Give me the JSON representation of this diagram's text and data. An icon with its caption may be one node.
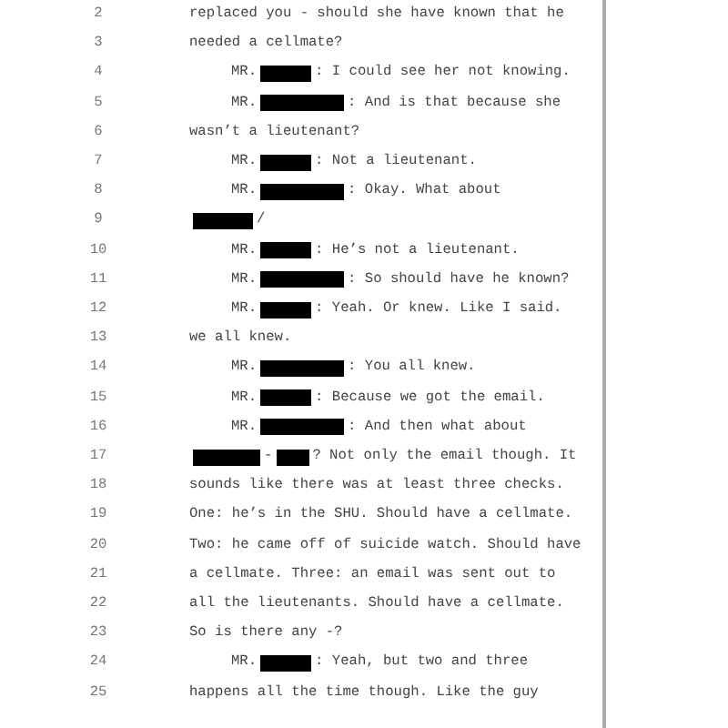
{
  "diagram": {
    "labels": [
      "2",
      "replaced you - should she have known that he",
      "3",
      "needed a cellmate?",
      "4",
      "MR.",
      ": I could see her not knowing.",
      "5",
      "MR.",
      ": And is that because she",
      "6",
      "wasn’t a lieutenant?",
      "7",
      "MR.",
      ": Not a lieutenant.",
      "8",
      "MR.",
      ": Okay. What about",
      "9",
      "/",
      "10",
      "MR.",
      ": He’s not a lieutenant.",
      "11",
      "MR.",
      ": So should have he known?",
      "12",
      "MR.",
      ": Yeah. Or knew. Like I said.",
      "13",
      "we all knew.",
      "14",
      "MR.",
      ": You all knew.",
      "15",
      "MR.",
      ": Because we got the email.",
      "16",
      "MR.",
      ": And then what about",
      "17",
      "-",
      "? Not only the email though. It",
      "18",
      "sounds like there was at least three checks.",
      "19",
      "One: he’s in the SHU. Should have a cellmate.",
      "20",
      "Two: he came off of suicide watch. Should have",
      "21",
      "a cellmate. Three: an email was sent out to",
      "22",
      "all the lieutenants. Should have a cellmate.",
      "23",
      "So is there any -?",
      "24",
      "MR.",
      ": Yeah, but two and three",
      "25",
      "happens all the time though. Like the guy"
    ]
  }
}
